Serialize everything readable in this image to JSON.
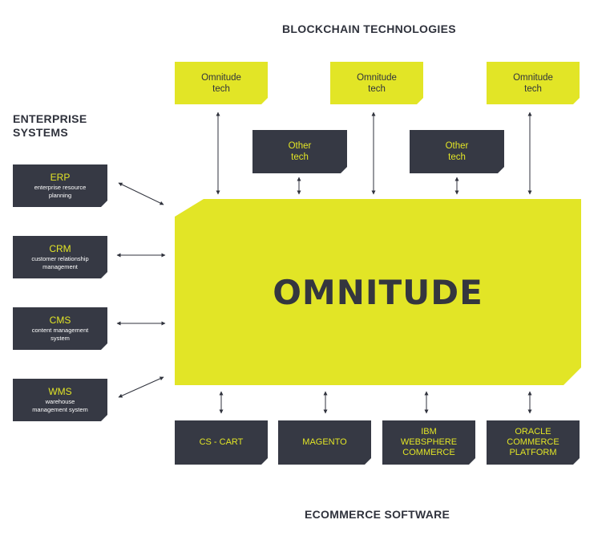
{
  "headings": {
    "blockchain": "BLOCKCHAIN TECHNOLOGIES",
    "enterprise_line1": "ENTERPRISE",
    "enterprise_line2": "SYSTEMS",
    "ecommerce": "ECOMMERCE SOFTWARE"
  },
  "omnitude_tech": [
    {
      "line1": "Omnitude",
      "line2": "tech"
    },
    {
      "line1": "Omnitude",
      "line2": "tech"
    },
    {
      "line1": "Omnitude",
      "line2": "tech"
    }
  ],
  "other_tech": [
    {
      "line1": "Other",
      "line2": "tech"
    },
    {
      "line1": "Other",
      "line2": "tech"
    }
  ],
  "enterprise": [
    {
      "title": "ERP",
      "sub1": "enterprise resource",
      "sub2": "planning"
    },
    {
      "title": "CRM",
      "sub1": "customer relationship",
      "sub2": "management"
    },
    {
      "title": "CMS",
      "sub1": "content management",
      "sub2": "system"
    },
    {
      "title": "WMS",
      "sub1": "warehouse",
      "sub2": "management system"
    }
  ],
  "core": {
    "label": "OMNITUDE"
  },
  "ecommerce": [
    {
      "line1": "CS - CART",
      "line2": "",
      "line3": ""
    },
    {
      "line1": "MAGENTO",
      "line2": "",
      "line3": ""
    },
    {
      "line1": "IBM",
      "line2": "WEBSPHERE",
      "line3": "COMMERCE"
    },
    {
      "line1": "ORACLE",
      "line2": "COMMERCE",
      "line3": "PLATFORM"
    }
  ],
  "colors": {
    "accent": "#e2e526",
    "dark": "#363944",
    "text": "#2f323c"
  }
}
